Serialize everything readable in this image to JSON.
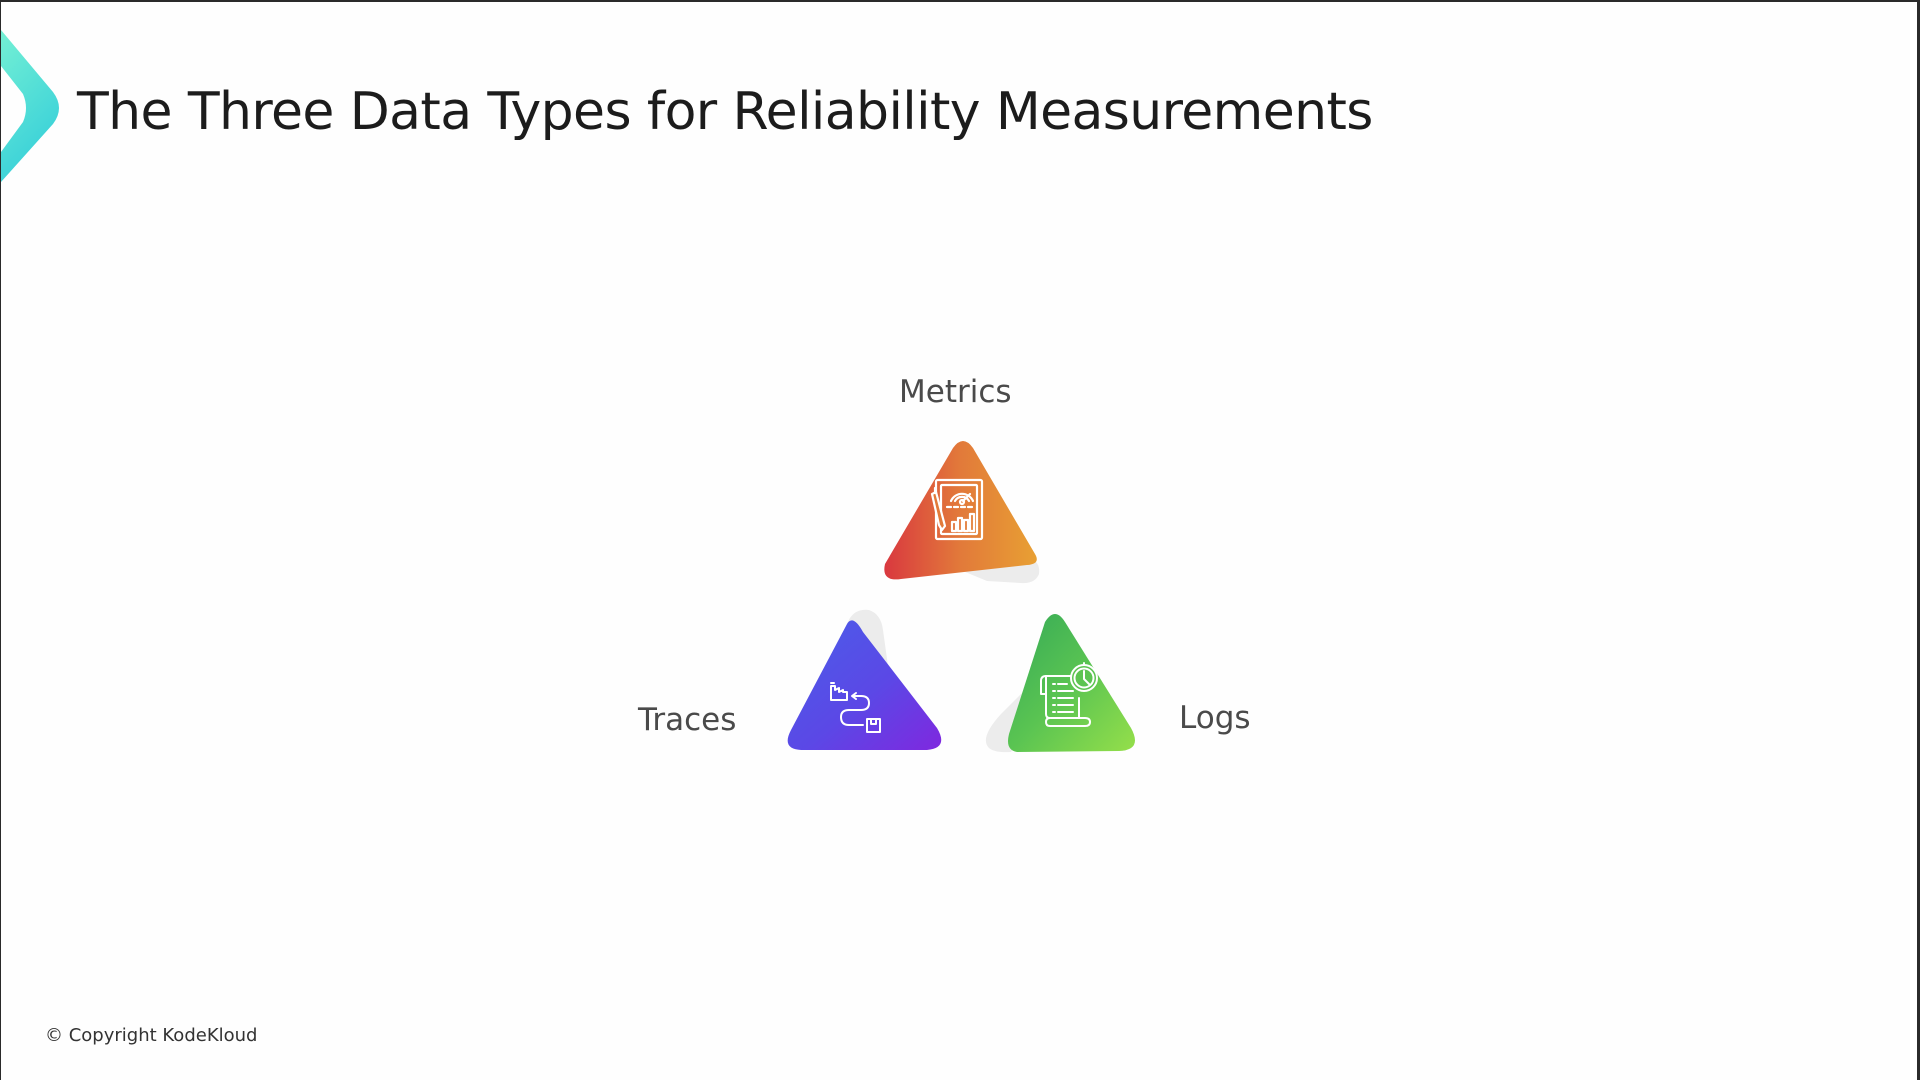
{
  "slide": {
    "title": "The Three Data Types for Reliability Measurements",
    "footer": "© Copyright KodeKloud",
    "logo_icon": "chevron-right-logo-icon"
  },
  "diagram": {
    "items": [
      {
        "label": "Metrics",
        "icon": "dashboard-report-icon",
        "gradient": [
          "#d9383f",
          "#e4893a",
          "#e8a033"
        ]
      },
      {
        "label": "Traces",
        "icon": "workflow-path-icon",
        "gradient": [
          "#4d5ae8",
          "#6a3fe4",
          "#7d2ae0"
        ]
      },
      {
        "label": "Logs",
        "icon": "log-scroll-clock-icon",
        "gradient": [
          "#37ad57",
          "#5cc451",
          "#90dc4b"
        ]
      }
    ]
  },
  "colors": {
    "logo_top": "#72efd5",
    "logo_bottom": "#39d2d9",
    "title_text": "#1c1c1c",
    "label_text": "#4a4a4a",
    "fold_grey": "#ededed"
  }
}
